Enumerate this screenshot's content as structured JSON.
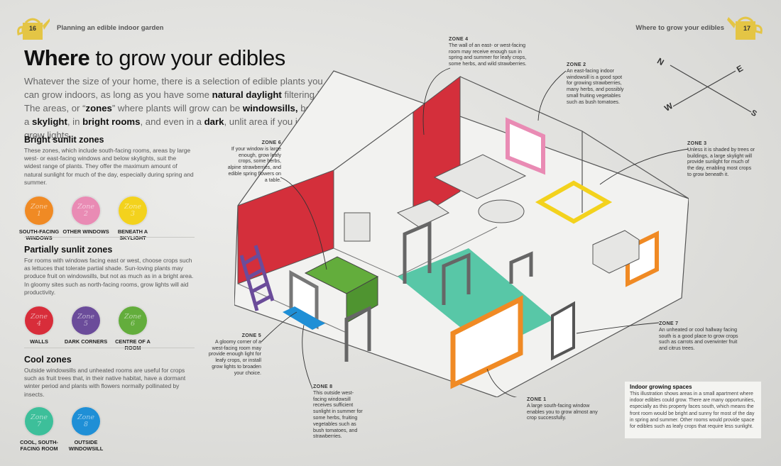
{
  "header": {
    "left_page_number": "16",
    "left_title": "Planning an edible indoor garden",
    "right_title": "Where to grow your edibles",
    "right_page_number": "17"
  },
  "title": {
    "bold": "Where",
    "rest": " to grow your edibles"
  },
  "intro": {
    "p1": "Whatever the size of your home, there is a selection of edible plants you can grow indoors, as long as you have some ",
    "b1": "natural daylight",
    "p2": " filtering in. The areas, or “",
    "b2": "zones",
    "p3": "” where plants will grow can be ",
    "b3": "windowsills,",
    "p4": " beneath a ",
    "b4": "skylight",
    "p5": ", in ",
    "b5": "bright rooms",
    "p6": ", and even in a ",
    "b6": "dark",
    "p7": ", unlit area if you install grow lights."
  },
  "sections": [
    {
      "heading": "Bright sunlit zones",
      "body": "These zones, which include south-facing rooms, areas by large west- or east-facing windows and below skylights, suit the widest range of plants. They offer the maximum amount of natural sunlight for much of the day, especially during spring and summer.",
      "zones": [
        {
          "l1": "Zone",
          "l2": "1",
          "label": "SOUTH-FACING WINDOWS",
          "color": "#f08a24"
        },
        {
          "l1": "Zone",
          "l2": "2",
          "label": "OTHER WINDOWS",
          "color": "#e98bb4"
        },
        {
          "l1": "Zone",
          "l2": "3",
          "label": "BENEATH A SKYLIGHT",
          "color": "#f3d21d"
        }
      ]
    },
    {
      "heading": "Partially sunlit zones",
      "body": "For rooms with windows facing east or west, choose crops such as lettuces that tolerate partial shade. Sun-loving plants may produce fruit on windowsills, but not as much as in a bright area. In gloomy sites such as north-facing rooms, grow lights will aid productivity.",
      "zones": [
        {
          "l1": "Zone",
          "l2": "4",
          "label": "WALLS",
          "color": "#d82d3a"
        },
        {
          "l1": "Zone",
          "l2": "5",
          "label": "DARK CORNERS",
          "color": "#6b4c9a"
        },
        {
          "l1": "Zone",
          "l2": "6",
          "label": "CENTRE OF A ROOM",
          "color": "#63ad3c"
        }
      ]
    },
    {
      "heading": "Cool zones",
      "body": "Outside windowsills and unheated rooms are useful for crops such as fruit trees that, in their native habitat, have a dormant winter period and plants with flowers normally pollinated by insects.",
      "zones": [
        {
          "l1": "Zone",
          "l2": "7",
          "label": "COOL, SOUTH-FACING ROOM",
          "color": "#3dbf9a"
        },
        {
          "l1": "Zone",
          "l2": "8",
          "label": "OUTSIDE WINDOWSILL",
          "color": "#1f8fd6"
        }
      ]
    }
  ],
  "compass": {
    "n": "N",
    "e": "E",
    "w": "W",
    "s": "S"
  },
  "callouts": {
    "zone4": {
      "title": "ZONE 4",
      "text": "The wall of an east- or west-facing room may receive enough sun in spring and summer for leafy crops, some herbs, and wild strawberries."
    },
    "zone2": {
      "title": "ZONE 2",
      "text": "An east-facing indoor windowsill is a good spot for growing strawberries, many herbs, and possibly small fruiting vegetables such as bush tomatoes."
    },
    "zone6": {
      "title": "ZONE 6",
      "text": "If your window is large enough, grow leafy crops, some herbs, alpine strawberries, and edible spring flowers on a table."
    },
    "zone3": {
      "title": "ZONE 3",
      "text": "Unless it is shaded by trees or buildings, a large skylight will provide sunlight for much of the day, enabling most crops to grow beneath it."
    },
    "zone5": {
      "title": "ZONE 5",
      "text": "A gloomy corner of a west-facing room may provide enough light for leafy crops, or install grow lights to broaden your choice."
    },
    "zone8": {
      "title": "ZONE 8",
      "text": "This outside west-facing windowsill receives sufficient sunlight in summer for some herbs, fruiting vegetables such as bush tomatoes, and strawberries."
    },
    "zone1": {
      "title": "ZONE 1",
      "text": "A large south-facing window enables you to grow almost any crop successfully."
    },
    "zone7": {
      "title": "ZONE 7",
      "text": "An unheated or cool hallway facing south is a good place to grow crops such as carrots and overwinter fruit and citrus trees."
    }
  },
  "info_box": {
    "title": "Indoor growing spaces",
    "body": "This illustration shows areas in a small apartment where indoor edibles could grow. There are many opportunities, especially as this property faces south, which means the front room would be bright and sunny for most of the day in spring and summer. Other rooms would provide space for edibles such as leafy crops that require less sunlight."
  }
}
